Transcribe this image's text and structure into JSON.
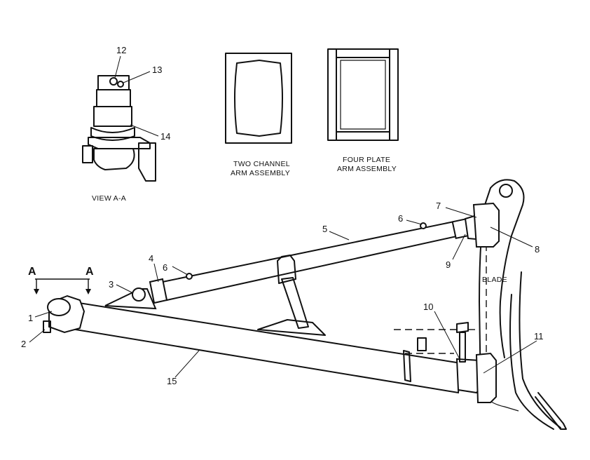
{
  "views": {
    "view_aa": "VIEW A-A",
    "two_channel_line1": "TWO CHANNEL",
    "two_channel_line2": "ARM ASSEMBLY",
    "four_plate_line1": "FOUR PLATE",
    "four_plate_line2": "ARM ASSEMBLY",
    "blade": "BLADE",
    "section_marker_left": "A",
    "section_marker_right": "A"
  },
  "callouts": {
    "c1": "1",
    "c2": "2",
    "c3": "3",
    "c4": "4",
    "c5": "5",
    "c6a": "6",
    "c6b": "6",
    "c7": "7",
    "c8": "8",
    "c9": "9",
    "c10": "10",
    "c11": "11",
    "c12": "12",
    "c13": "13",
    "c14": "14",
    "c15": "15"
  }
}
